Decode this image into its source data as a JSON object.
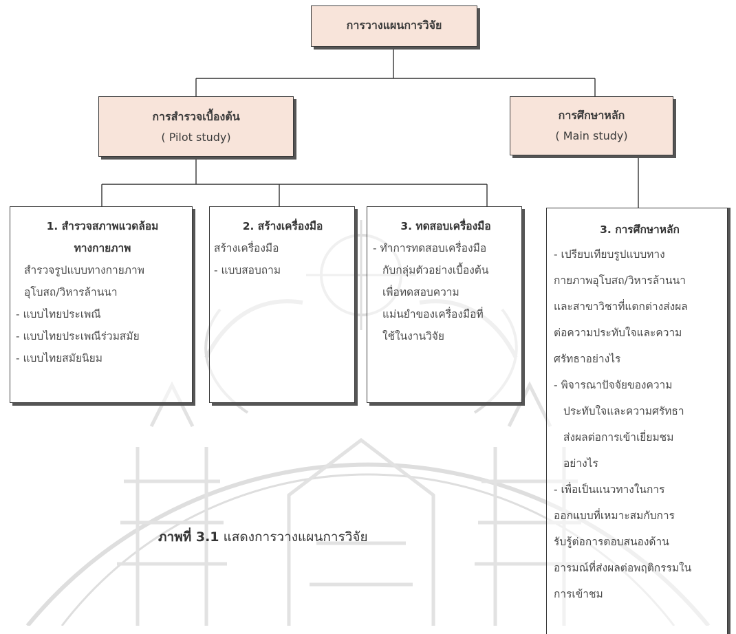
{
  "root": {
    "title": "การวางแผนการวิจัย"
  },
  "pilot": {
    "title": "การสำรวจเบื้องต้น",
    "subtitle": "( Pilot study)"
  },
  "main": {
    "title": "การศึกษาหลัก",
    "subtitle": "( Main study)"
  },
  "box1": {
    "title_lines": [
      "1. สำรวจสภาพแวดล้อม",
      "ทางกายภาพ"
    ],
    "lines": [
      "สำรวจรูปแบบทางกายภาพ",
      "อุโบสถ/วิหารล้านนา",
      "- แบบไทยประเพณี",
      "- แบบไทยประเพณีร่วมสมัย",
      "- แบบไทยสมัยนิยม"
    ]
  },
  "box2": {
    "title": "2. สร้างเครื่องมือ",
    "lines": [
      "สร้างเครื่องมือ",
      "- แบบสอบถาม"
    ]
  },
  "box3": {
    "title": "3. ทดสอบเครื่องมือ",
    "lines": [
      "- ทำการทดสอบเครื่องมือ",
      "กับกลุ่มตัวอย่างเบื้องต้น",
      "เพื่อทดสอบความ",
      "แม่นยำของเครื่องมือที่",
      "ใช้ในงานวิจัย"
    ]
  },
  "box4": {
    "title": "3. การศึกษาหลัก",
    "lines": [
      "- เปรียบเทียบรูปแบบทาง",
      "กายภาพอุโบสถ/วิหารล้านนา",
      "และสาขาวิชาที่แตกต่างส่งผล",
      "ต่อความประทับใจและความ",
      "ศรัทธาอย่างไร",
      "- พิจารณาปัจจัยของความ",
      "ประทับใจและความศรัทธา",
      "ส่งผลต่อการเข้าเยี่ยมชม",
      "อย่างไร",
      "- เพื่อเป็นแนวทางในการ",
      "ออกแบบที่เหมาะสมกับการ",
      "รับรู้ต่อการตอบสนองด้าน",
      "อารมณ์ที่ส่งผลต่อพฤติกรรมใน",
      "การเข้าชม"
    ]
  },
  "caption": {
    "label": "ภาพที่ 3.1",
    "text": "แสดงการวางแผนการวิจัย"
  }
}
